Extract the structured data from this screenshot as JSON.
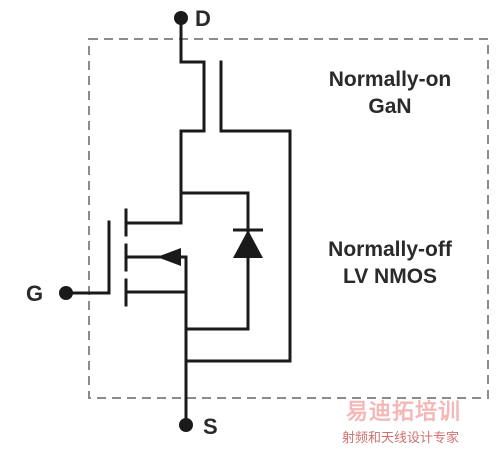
{
  "labels": {
    "drain": "D",
    "source": "S",
    "gate": "G",
    "gan_line1": "Normally-on",
    "gan_line2": "GaN",
    "nmos_line1": "Normally-off",
    "nmos_line2": "LV NMOS"
  },
  "watermark": {
    "brand": "易迪拓培训",
    "tagline": "射频和天线设计专家"
  },
  "colors": {
    "line": "#1a1a1a",
    "dash_box": "#8c8c8c",
    "watermark_brand": "#f4b8b8",
    "watermark_tagline": "#d07070"
  }
}
